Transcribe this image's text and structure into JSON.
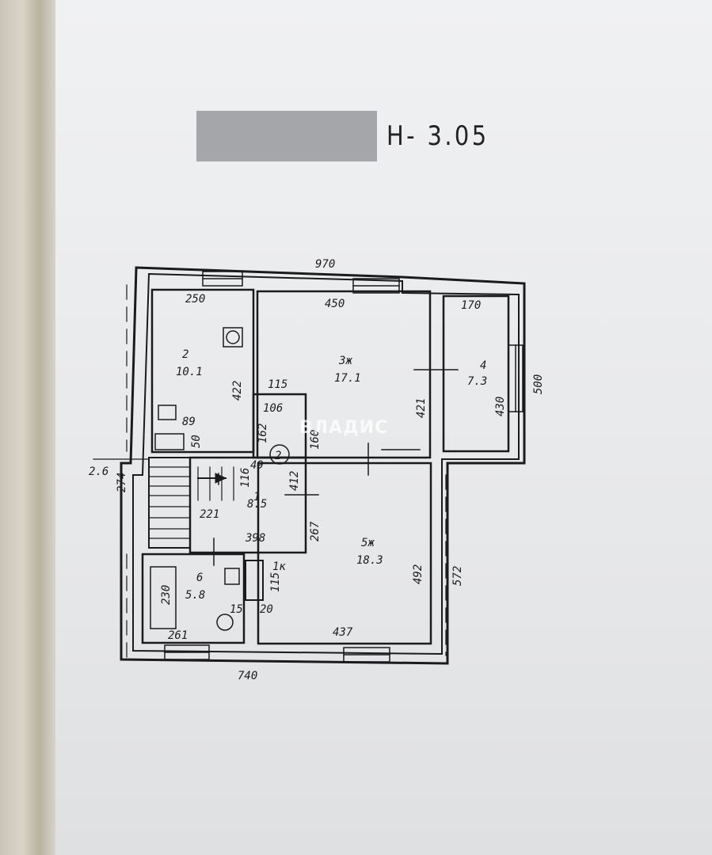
{
  "header": {
    "code": "Н- 3.05"
  },
  "watermark": {
    "text": "ВЛАДИС"
  },
  "rooms": {
    "r2": {
      "number": "2",
      "area": "10.1"
    },
    "r3": {
      "number": "3ж",
      "area": "17.1"
    },
    "r4": {
      "number": "4",
      "area": "7.3"
    },
    "r1": {
      "number": "1",
      "area": "8.5"
    },
    "r5": {
      "number": "5ж",
      "area": "18.3"
    },
    "r6": {
      "number": "6",
      "area": "5.8"
    }
  },
  "circle_marker": "2",
  "dimensions": {
    "top_total": "970",
    "bottom_total": "740",
    "right_total": "500",
    "right_lower": "572",
    "left_upper": "2.6",
    "left_mid": "274",
    "r2_width": "250",
    "r3_width": "450",
    "r4_width": "170",
    "r2_height": "422",
    "r3_height": "421",
    "r4_height": "430",
    "hall_width": "115",
    "closet_width": "106",
    "closet_height": "160",
    "hall_height": "162",
    "stair_a": "116",
    "stair_b": "49",
    "stair_c": "412",
    "stair_d": "221",
    "r1_width": "398",
    "r1_height": "267",
    "r5_width": "437",
    "r5_height": "492",
    "r6_width": "261",
    "r6_height": "230",
    "small_1": "89",
    "small_2": "50",
    "small_3": "1к",
    "small_4": "115",
    "small_5": "15",
    "small_6": "20"
  }
}
